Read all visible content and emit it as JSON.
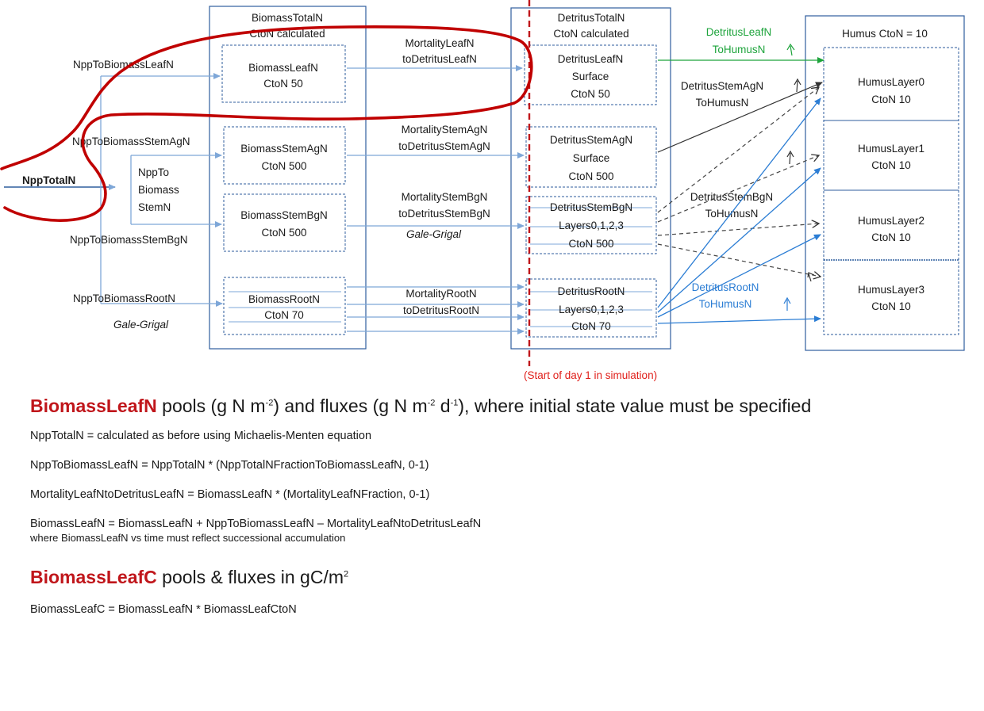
{
  "colors": {
    "box_border": "#2f5e9e",
    "arrow_blue": "#7ea7d8",
    "arrow_bright_blue": "#2b7dd4",
    "arrow_green": "#1ea43c",
    "dash_red": "#c0161b",
    "loop_red": "#c00000",
    "heading_red": "#c0161b"
  },
  "diagram": {
    "biomass": {
      "title_1": "BiomassTotalN",
      "title_2": "CtoN calculated",
      "leaf": [
        "BiomassLeafN",
        "CtoN 50"
      ],
      "stem_ag": [
        "BiomassStemAgN",
        "CtoN 500"
      ],
      "stem_bg": [
        "BiomassStemBgN",
        "CtoN 500"
      ],
      "root": [
        "BiomassRootN",
        "CtoN 70"
      ]
    },
    "detritus": {
      "title_1": "DetritusTotalN",
      "title_2": "CtoN calculated",
      "leaf": [
        "DetritusLeafN",
        "Surface",
        "CtoN 50"
      ],
      "stem_ag": [
        "DetritusStemAgN",
        "Surface",
        "CtoN 500"
      ],
      "stem_bg": [
        "DetritusStemBgN",
        "Layers0,1,2,3",
        "CtoN 500"
      ],
      "root": [
        "DetritusRootN",
        "Layers0,1,2,3",
        "CtoN 70"
      ]
    },
    "humus": {
      "title": "Humus CtoN  = 10",
      "layer0": [
        "HumusLayer0",
        "CtoN 10"
      ],
      "layer1": [
        "HumusLayer1",
        "CtoN 10"
      ],
      "layer2": [
        "HumusLayer2",
        "CtoN 10"
      ],
      "layer3": [
        "HumusLayer3",
        "CtoN 10"
      ]
    },
    "npp_total": "NppTotalN",
    "npp_to_leaf": "NppToBiomassLeafN",
    "npp_to_stem_ag": "NppToBiomassStemAgN",
    "npp_to_stem": [
      "NppTo",
      "Biomass",
      "StemN"
    ],
    "npp_to_stem_bg": "NppToBiomassStemBgN",
    "npp_to_root": "NppToBiomassRootN",
    "gale_grigal_1": "Gale-Grigal",
    "gale_grigal_2": "Gale-Grigal",
    "mortality_leaf": [
      "MortalityLeafN",
      "toDetritusLeafN"
    ],
    "mortality_stem_ag": [
      "MortalityStemAgN",
      "toDetritusStemAgN"
    ],
    "mortality_stem_bg": [
      "MortalityStemBgN",
      "toDetritusStemBgN"
    ],
    "mortality_root": [
      "MortalityRootN",
      "toDetritusRootN"
    ],
    "detritus_leaf_to_humus": [
      "DetritusLeafN",
      "ToHumusN"
    ],
    "detritus_stem_ag_to_humus": [
      "DetritusStemAgN",
      "ToHumusN"
    ],
    "detritus_stem_bg_to_humus": [
      "DetritusStemBgN",
      "ToHumusN"
    ],
    "detritus_root_to_humus": [
      "DetritusRootN",
      "ToHumusN"
    ],
    "start_of_day": "(Start of day 1 in simulation)"
  },
  "text": {
    "heading1": {
      "keyword": "BiomassLeafN",
      "pools": " pools (g N m",
      "exp1": "-2",
      "fluxes": ") and fluxes (g N m",
      "exp2": "-2",
      "d": " d",
      "exp3": "-1",
      "rest": "), where initial  state value must be specified"
    },
    "eq1": "NppTotalN = calculated as before using Michaelis-Menten equation",
    "eq2": "NppToBiomassLeafN = NppTotalN * (NppTotalNFractionToBiomassLeafN, 0-1)",
    "eq3": "MortalityLeafNtoDetritusLeafN = BiomassLeafN * (MortalityLeafNFraction, 0-1)",
    "eq4": "BiomassLeafN = BiomassLeafN + NppToBiomassLeafN – MortalityLeafNtoDetritusLeafN",
    "eq4_note": "where BiomassLeafN vs time must reflect successional accumulation",
    "heading2": {
      "keyword": "BiomassLeafC",
      "rest": " pools & fluxes in gC/m",
      "exp": "2"
    },
    "eq5": "BiomassLeafC = BiomassLeafN  * BiomassLeafCtoN"
  }
}
